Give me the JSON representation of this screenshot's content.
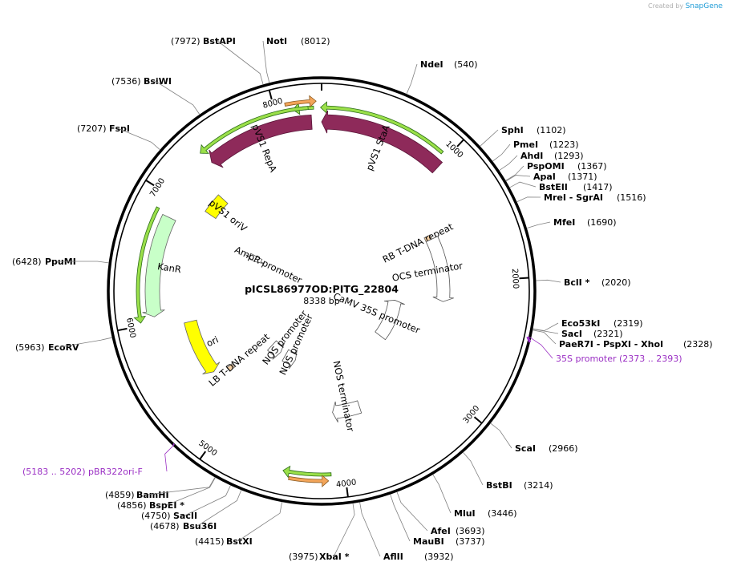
{
  "credit": {
    "prefix": "Created by",
    "brand": "SnapGene"
  },
  "plasmid": {
    "name": "pICSL86977OD:PITG_22804",
    "length_label": "8338 bp",
    "length": 8338
  },
  "ticks": [
    {
      "pos": 1000,
      "label": "1000"
    },
    {
      "pos": 2000,
      "label": "2000"
    },
    {
      "pos": 3000,
      "label": "3000"
    },
    {
      "pos": 4000,
      "label": "4000"
    },
    {
      "pos": 5000,
      "label": "5000"
    },
    {
      "pos": 6000,
      "label": "6000"
    },
    {
      "pos": 7000,
      "label": "7000"
    },
    {
      "pos": 8000,
      "label": "8000"
    }
  ],
  "sites": [
    {
      "name": "NdeI",
      "pos_label": "(540)",
      "pos": 540
    },
    {
      "name": "SphI",
      "pos_label": "(1102)",
      "pos": 1102
    },
    {
      "name": "PmeI",
      "pos_label": "(1223)",
      "pos": 1223
    },
    {
      "name": "AhdI",
      "pos_label": "(1293)",
      "pos": 1293
    },
    {
      "name": "PspOMI",
      "pos_label": "(1367)",
      "pos": 1367
    },
    {
      "name": "ApaI",
      "pos_label": "(1371)",
      "pos": 1371
    },
    {
      "name": "BstEII",
      "pos_label": "(1417)",
      "pos": 1417
    },
    {
      "name": "MreI  -  SgrAI",
      "pos_label": "(1516)",
      "pos": 1516
    },
    {
      "name": "MfeI",
      "pos_label": "(1690)",
      "pos": 1690
    },
    {
      "name": "BclI *",
      "pos_label": "(2020)",
      "pos": 2020
    },
    {
      "name": "Eco53kI",
      "pos_label": "(2319)",
      "pos": 2319
    },
    {
      "name": "SacI",
      "pos_label": "(2321)",
      "pos": 2321
    },
    {
      "name": "PaeR7I  -  PspXI  -  XhoI",
      "pos_label": "(2328)",
      "pos": 2328
    },
    {
      "name": "ScaI",
      "pos_label": "(2966)",
      "pos": 2966
    },
    {
      "name": "BstBI",
      "pos_label": "(3214)",
      "pos": 3214
    },
    {
      "name": "MluI",
      "pos_label": "(3446)",
      "pos": 3446
    },
    {
      "name": "AfeI",
      "pos_label": "(3693)",
      "pos": 3693
    },
    {
      "name": "MauBI",
      "pos_label": "(3737)",
      "pos": 3737
    },
    {
      "name": "AflII",
      "pos_label": "(3932)",
      "pos": 3932
    },
    {
      "name": "XbaI *",
      "pos_label": "(3975)",
      "pos": 3975
    },
    {
      "name": "BstXI",
      "pos_label": "(4415)",
      "pos": 4415
    },
    {
      "name": "Bsu36I",
      "pos_label": "(4678)",
      "pos": 4678
    },
    {
      "name": "SacII",
      "pos_label": "(4750)",
      "pos": 4750
    },
    {
      "name": "BspEI *",
      "pos_label": "(4856)",
      "pos": 4856
    },
    {
      "name": "BamHI",
      "pos_label": "(4859)",
      "pos": 4859
    },
    {
      "name": "EcoRV",
      "pos_label": "(5963)",
      "pos": 5963
    },
    {
      "name": "PpuMI",
      "pos_label": "(6428)",
      "pos": 6428
    },
    {
      "name": "FspI",
      "pos_label": "(7207)",
      "pos": 7207
    },
    {
      "name": "BsiWI",
      "pos_label": "(7536)",
      "pos": 7536
    },
    {
      "name": "BstAPI",
      "pos_label": "(7972)",
      "pos": 7972
    },
    {
      "name": "NotI",
      "pos_label": "(8012)",
      "pos": 8012
    }
  ],
  "primers": [
    {
      "label": "35S promoter   (2373 .. 2393)",
      "start": 2373,
      "end": 2393
    },
    {
      "label": "(5183 .. 5202)  pBR322ori-F",
      "start": 5183,
      "end": 5202
    }
  ],
  "features": [
    {
      "name": "pVS1 StaA",
      "start": 8338,
      "end": 9338,
      "dir": -1,
      "type": "cds",
      "color": "#8e2a5a"
    },
    {
      "name": "pVS1 RepA",
      "start": 7400,
      "end": 8260,
      "dir": -1,
      "type": "cds",
      "color": "#8e2a5a"
    },
    {
      "name": "pVS1 oriV",
      "start": 7050,
      "end": 7250,
      "dir": 0,
      "type": "rep",
      "color": "#ffff00"
    },
    {
      "name": "RB T-DNA repeat",
      "start": 1450,
      "end": 1500,
      "dir": 0,
      "type": "misc",
      "color": "#f5cfa2"
    },
    {
      "name": "OCS terminator",
      "start": 1500,
      "end": 2200,
      "dir": 1,
      "type": "term",
      "color": "#ffffff"
    },
    {
      "name": "CaMV 35S promoter",
      "start": 2250,
      "end": 2950,
      "dir": -1,
      "type": "prom",
      "color": "#ffffff"
    },
    {
      "name": "AmpR promoter",
      "start": 6800,
      "end": 6900,
      "dir": -1,
      "type": "prom",
      "color": "#ffffff"
    },
    {
      "name": "KanR",
      "start": 6050,
      "end": 6850,
      "dir": -1,
      "type": "cds",
      "color": "#c8ffc8"
    },
    {
      "name": "ori",
      "start": 5400,
      "end": 5950,
      "dir": -1,
      "type": "rep",
      "color": "#ffff00"
    },
    {
      "name": "LB T-DNA repeat",
      "start": 5300,
      "end": 5350,
      "dir": 0,
      "type": "misc",
      "color": "#f5cfa2"
    },
    {
      "name": "NOS promoter",
      "start": 4950,
      "end": 5150,
      "dir": -1,
      "type": "prom",
      "color": "#ffffff"
    },
    {
      "name": "NOS promoter",
      "start": 4650,
      "end": 4850,
      "dir": -1,
      "type": "prom",
      "color": "#ffffff"
    },
    {
      "name": "NOS terminator",
      "start": 3750,
      "end": 4050,
      "dir": 1,
      "type": "term",
      "color": "#ffffff"
    }
  ],
  "green_arrows": [
    {
      "start": 8130,
      "end": 8280,
      "dir": -1,
      "color": "#9be04a"
    },
    {
      "start": 8330,
      "end": 9290,
      "dir": -1,
      "color": "#9be04a"
    },
    {
      "start": 7380,
      "end": 8240,
      "dir": -1,
      "color": "#9be04a"
    },
    {
      "start": 6020,
      "end": 6880,
      "dir": -1,
      "color": "#9be04a"
    },
    {
      "start": 4100,
      "end": 4450,
      "dir": 1,
      "color": "#9be04a"
    }
  ],
  "orange_arrows": [
    {
      "start": 8080,
      "end": 8300,
      "dir": 1,
      "color": "#f3a55a"
    },
    {
      "start": 4120,
      "end": 4400,
      "dir": -1,
      "color": "#f3a55a"
    }
  ]
}
